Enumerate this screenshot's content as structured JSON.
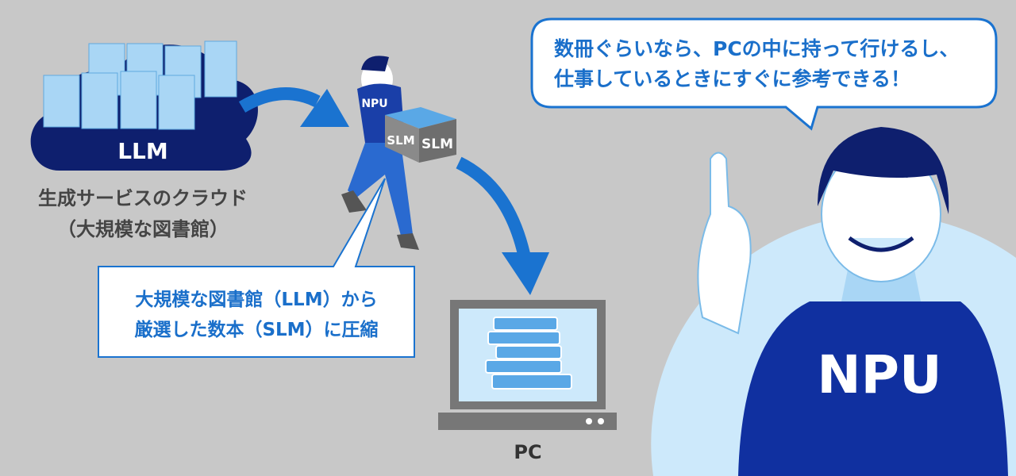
{
  "cloud": {
    "label": "LLM",
    "caption_line1": "生成サービスのクラウド",
    "caption_line2": "（大規模な図書館）"
  },
  "carrier": {
    "shirt_label": "NPU",
    "box_label_front": "SLM",
    "box_label_side": "SLM"
  },
  "callout": {
    "line1": "大規模な図書館（LLM）から",
    "line2": "厳選した数本（SLM）に圧縮"
  },
  "pc": {
    "label": "PC"
  },
  "speech": {
    "line1": "数冊ぐらいなら、PCの中に持って行けるし、",
    "line2": "仕事しているときにすぐに参考できる！"
  },
  "mascot": {
    "shirt_label": "NPU"
  },
  "colors": {
    "background": "#c8c8c8",
    "navy": "#0e1f6e",
    "accent_blue": "#1a73d0",
    "light_blue": "#cde9fb"
  }
}
